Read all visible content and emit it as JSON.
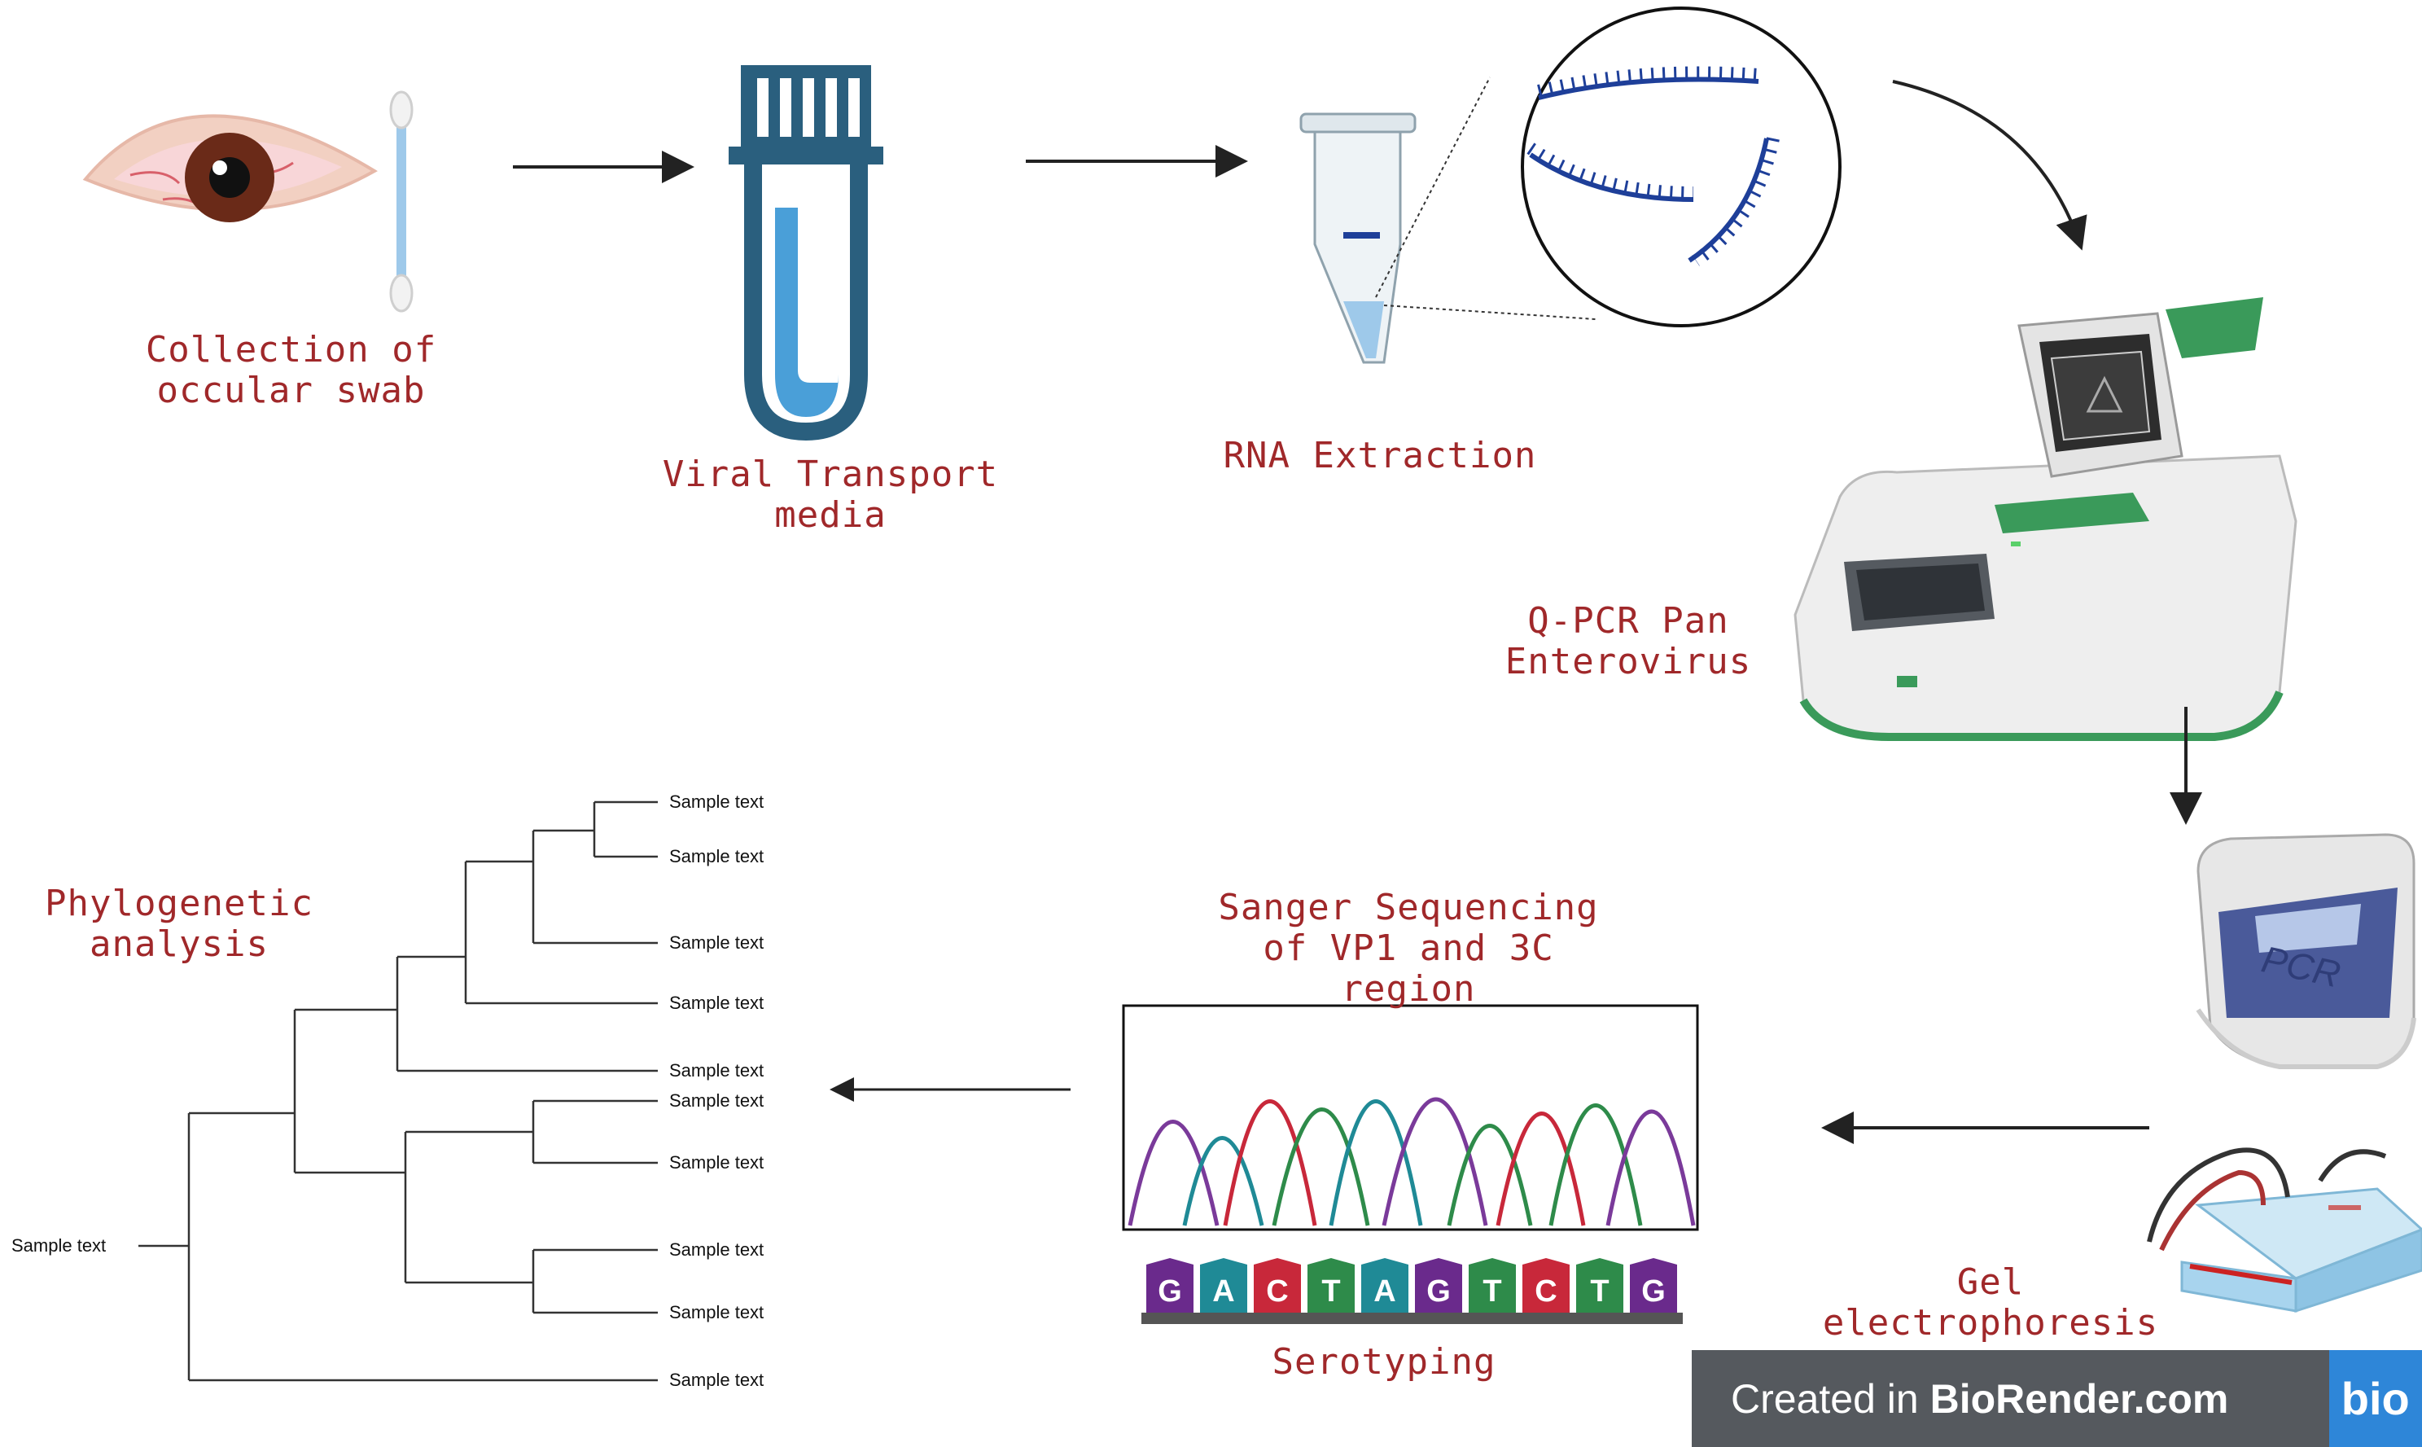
{
  "steps": {
    "collection": "Collection of\noccular swab",
    "transport": "Viral Transport\nmedia",
    "rna": "RNA Extraction",
    "qpcr": "Q-PCR Pan\nEnterovirus",
    "gel": "Gel\nelectrophoresis",
    "sanger": "Sanger Sequencing\nof VP1 and 3C\nregion",
    "serotyping": "Serotyping",
    "phylo": "Phylogenetic\nanalysis"
  },
  "pcr_device_label": "PCR",
  "sequence_bases": [
    "G",
    "A",
    "C",
    "T",
    "A",
    "G",
    "T",
    "C",
    "T",
    "G"
  ],
  "base_colors": {
    "G": "#6a2a8c",
    "A": "#1f8a96",
    "C": "#c8283a",
    "T": "#2e8b4a"
  },
  "tree": {
    "root_label": "Sample text",
    "leaves": [
      "Sample text",
      "Sample text",
      "Sample text",
      "Sample text",
      "Sample text",
      "Sample text",
      "Sample text",
      "Sample text",
      "Sample text",
      "Sample text"
    ]
  },
  "badge": {
    "prefix": "Created in ",
    "brand": "BioRender.com",
    "logo": "bio"
  },
  "colors": {
    "label": "#a0282a",
    "tube": "#2a5f7e",
    "fluid": "#4a9fd8",
    "rna": "#1e3f99"
  }
}
